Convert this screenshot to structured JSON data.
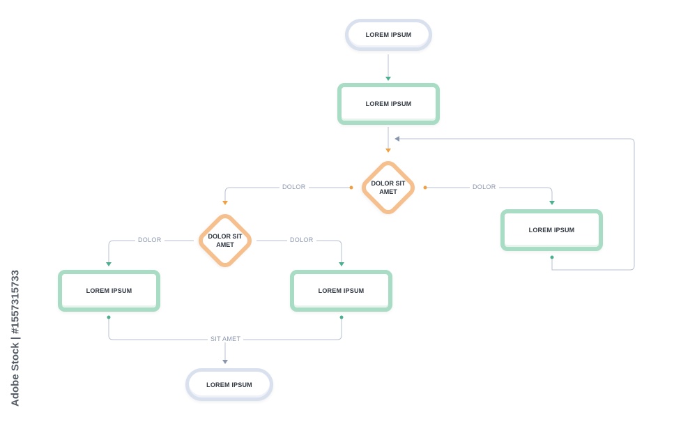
{
  "nodes": {
    "start": "LOREM IPSUM",
    "process_1": "LOREM IPSUM",
    "decision_1": "DOLOR SIT AMET",
    "decision_2": "DOLOR SIT AMET",
    "process_right": "LOREM IPSUM",
    "process_left": "LOREM IPSUM",
    "process_middle": "LOREM IPSUM",
    "end": "LOREM IPSUM"
  },
  "edge_labels": {
    "decision_1_left": "DOLOR",
    "decision_1_right": "DOLOR",
    "decision_2_left": "DOLOR",
    "decision_2_right": "DOLOR",
    "merge": "SIT AMET"
  },
  "colors": {
    "terminal_border": "#d9e0ee",
    "process_border": "#a8dcc4",
    "decision_border": "#f6bf8e",
    "arrow_teal": "#4caf8f",
    "arrow_orange": "#f0a040",
    "arrow_gray": "#8a96ad",
    "connector": "#b5bfd2"
  },
  "watermark": "Adobe Stock | #1557315733"
}
